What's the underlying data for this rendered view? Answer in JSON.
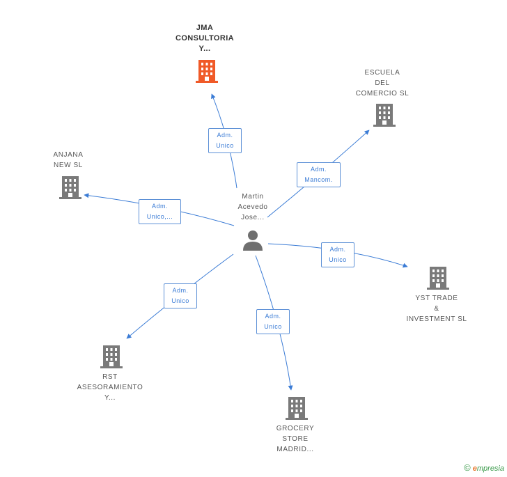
{
  "center": {
    "label": "Martin\nAcevedo\nJose..."
  },
  "companies": [
    {
      "id": "jma",
      "label": "JMA\nCONSULTORIA\nY...",
      "highlight": true
    },
    {
      "id": "escuela",
      "label": "ESCUELA\nDEL\nCOMERCIO  SL",
      "highlight": false
    },
    {
      "id": "anjana",
      "label": "ANJANA\nNEW SL",
      "highlight": false
    },
    {
      "id": "yst",
      "label": "YST TRADE\n&\nINVESTMENT SL",
      "highlight": false
    },
    {
      "id": "rst",
      "label": "RST\nASESORAMIENTO\nY...",
      "highlight": false
    },
    {
      "id": "grocery",
      "label": "GROCERY\nSTORE\nMADRID...",
      "highlight": false
    }
  ],
  "edges": [
    {
      "to": "jma",
      "label": "Adm.\nUnico"
    },
    {
      "to": "escuela",
      "label": "Adm.\nMancom."
    },
    {
      "to": "anjana",
      "label": "Adm.\nUnico,..."
    },
    {
      "to": "yst",
      "label": "Adm.\nUnico"
    },
    {
      "to": "rst",
      "label": "Adm.\nUnico"
    },
    {
      "to": "grocery",
      "label": "Adm.\nUnico"
    }
  ],
  "colors": {
    "edge": "#3a7bd5",
    "building": "#7a7a7a",
    "highlight": "#f05a28",
    "person": "#6f6f6f"
  },
  "footer": {
    "copyright": "©",
    "brand_e": "e",
    "brand_rest": "mpresia"
  }
}
